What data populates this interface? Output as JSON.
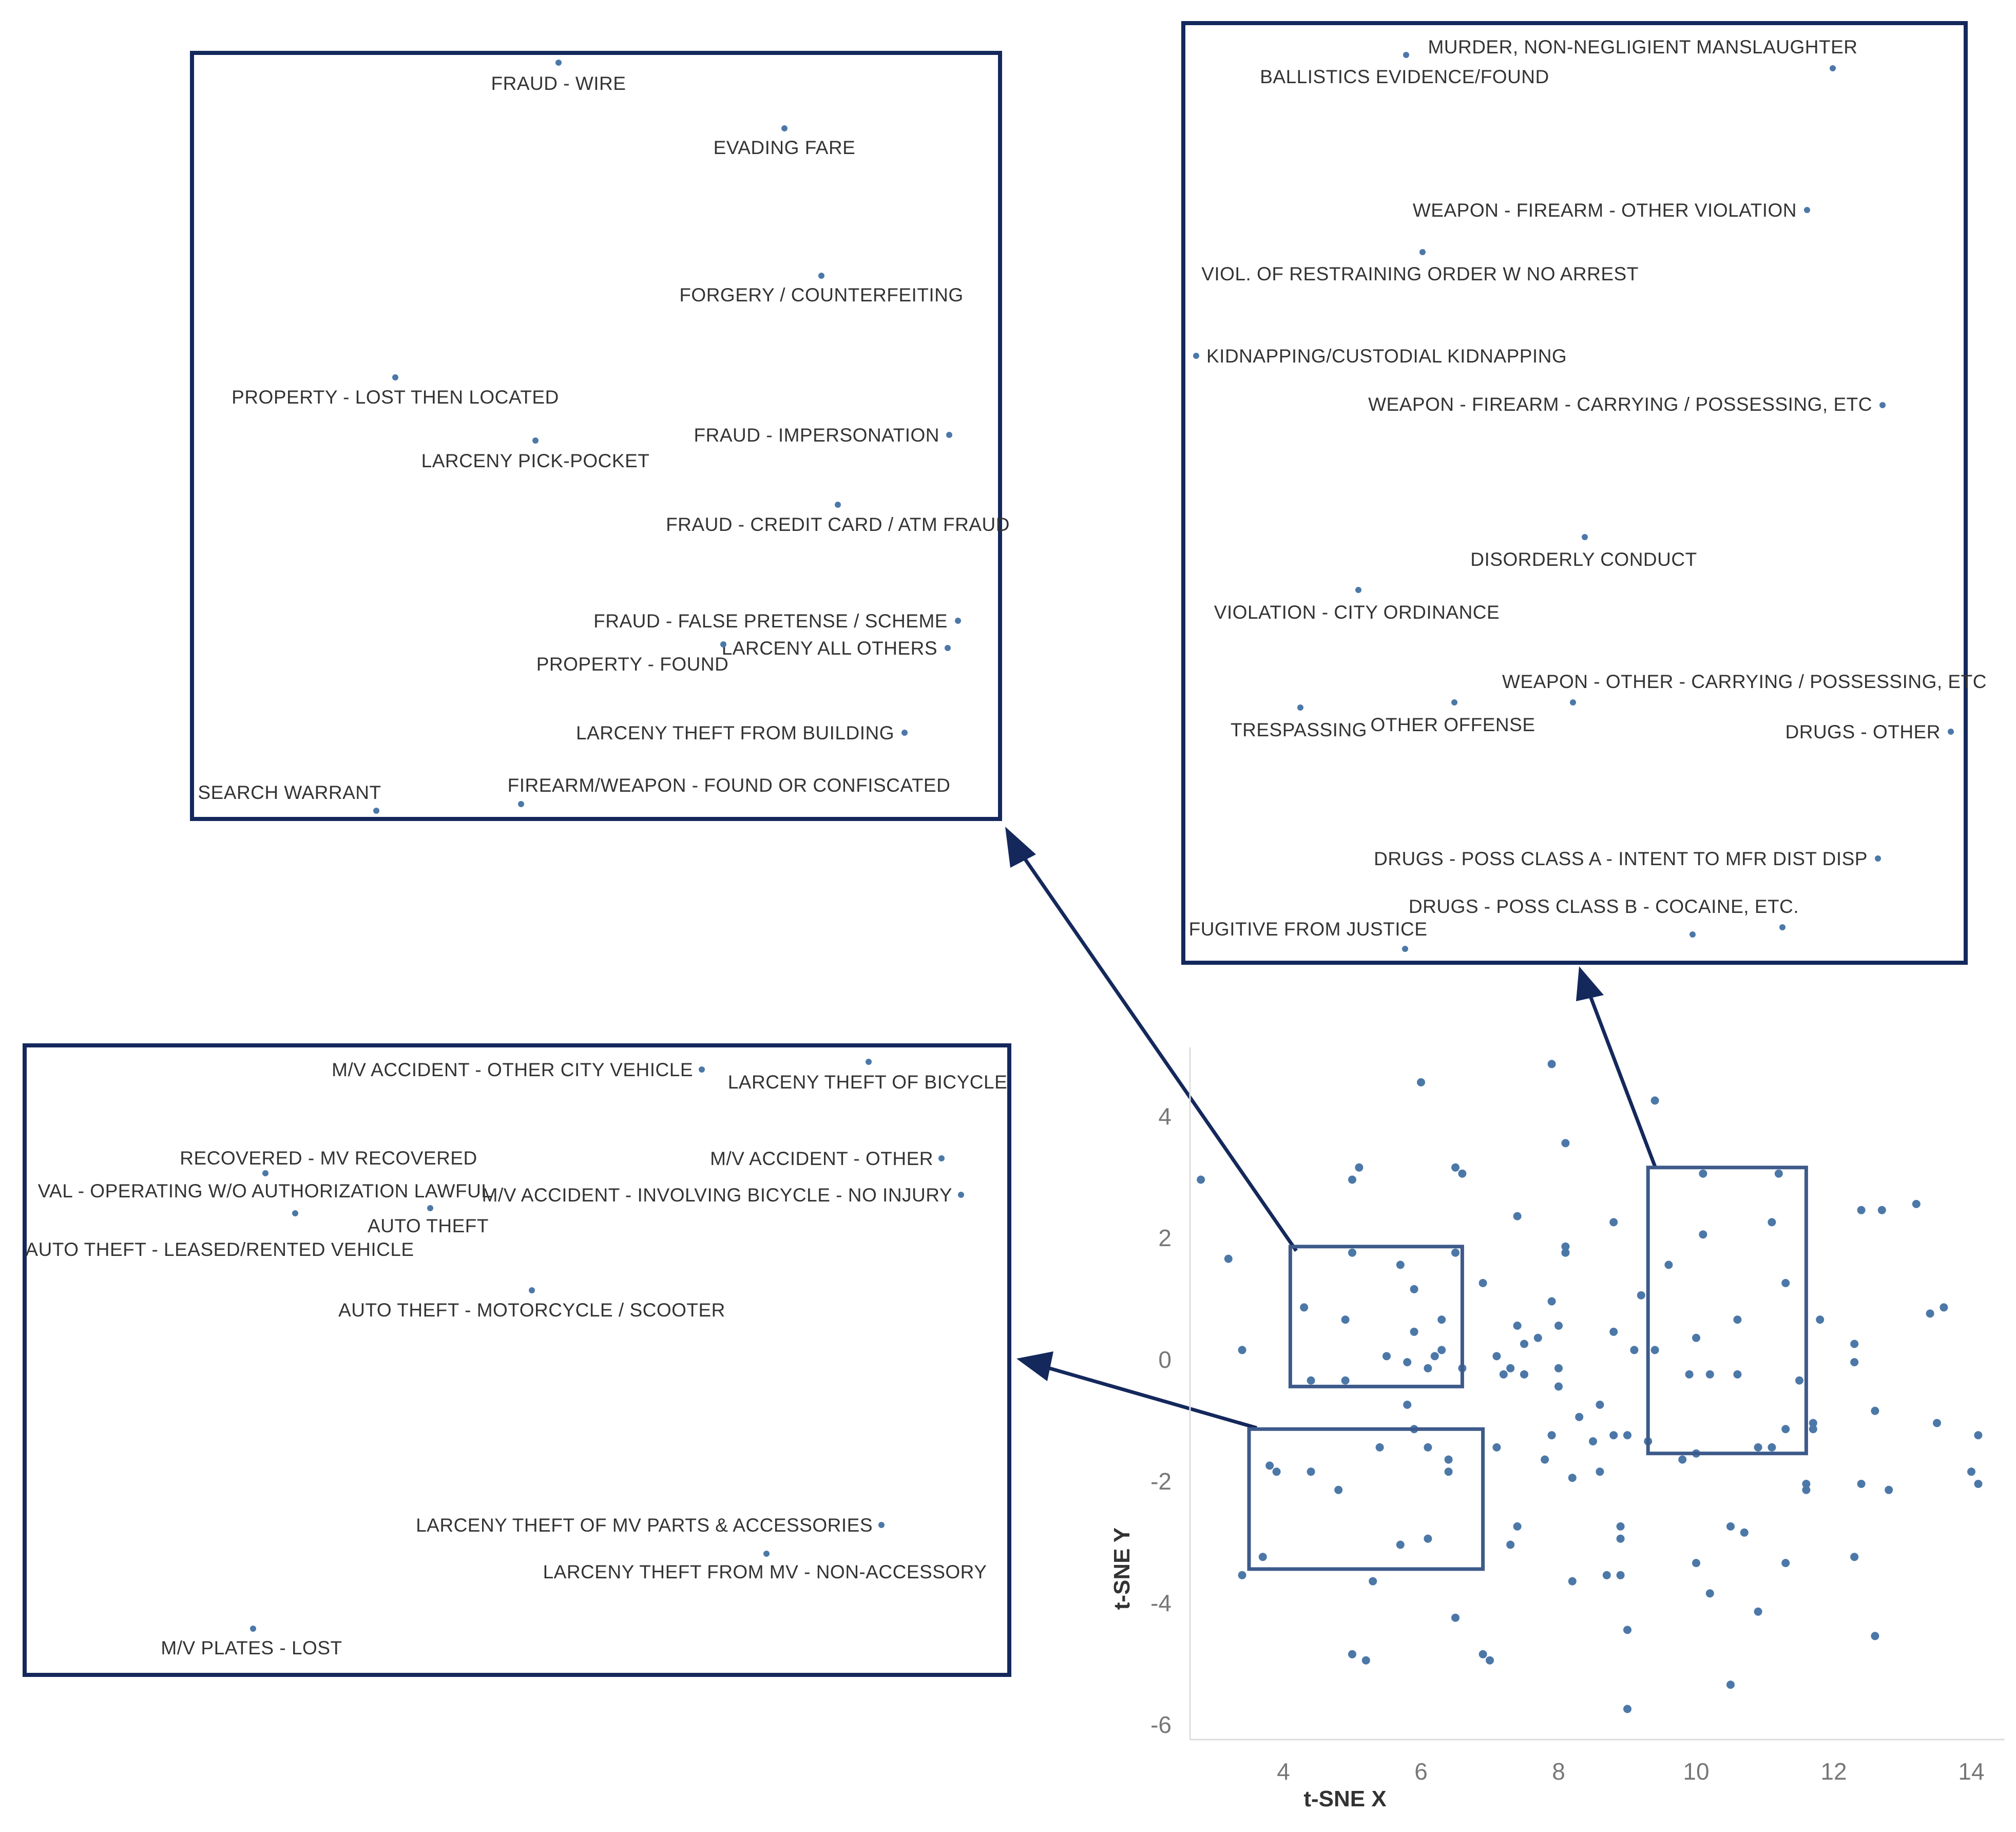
{
  "chart_data": {
    "type": "scatter",
    "xlabel": "t-SNE X",
    "ylabel": "t-SNE Y",
    "xlim": [
      2.6,
      14.4
    ],
    "ylim": [
      -6.6,
      5.3
    ],
    "x_ticks": [
      "4",
      "6",
      "8",
      "10",
      "12",
      "14"
    ],
    "y_ticks": [
      "4",
      "2",
      "0",
      "-2",
      "-4",
      "-6"
    ],
    "points": [
      [
        2.8,
        3.0
      ],
      [
        3.2,
        1.7
      ],
      [
        3.4,
        0.2
      ],
      [
        3.4,
        -3.5
      ],
      [
        3.8,
        -1.7
      ],
      [
        3.9,
        -1.8
      ],
      [
        3.7,
        -3.2
      ],
      [
        4.3,
        0.9
      ],
      [
        4.4,
        -0.3
      ],
      [
        4.4,
        -1.8
      ],
      [
        4.8,
        -2.1
      ],
      [
        4.9,
        -0.3
      ],
      [
        4.9,
        0.7
      ],
      [
        5.0,
        3.0
      ],
      [
        5.0,
        1.8
      ],
      [
        5.1,
        3.2
      ],
      [
        5.0,
        -4.8
      ],
      [
        5.2,
        -4.9
      ],
      [
        5.3,
        -3.6
      ],
      [
        5.4,
        -1.4
      ],
      [
        5.5,
        0.1
      ],
      [
        5.7,
        1.6
      ],
      [
        5.7,
        -3.0
      ],
      [
        5.8,
        0.0
      ],
      [
        5.8,
        -0.7
      ],
      [
        5.9,
        1.2
      ],
      [
        5.9,
        0.5
      ],
      [
        5.9,
        -1.1
      ],
      [
        6.0,
        4.6
      ],
      [
        6.1,
        -0.1
      ],
      [
        6.1,
        -1.4
      ],
      [
        6.1,
        -2.9
      ],
      [
        6.2,
        0.1
      ],
      [
        6.3,
        0.7
      ],
      [
        6.3,
        0.2
      ],
      [
        6.4,
        -1.6
      ],
      [
        6.4,
        -1.8
      ],
      [
        6.5,
        3.2
      ],
      [
        6.6,
        3.1
      ],
      [
        6.5,
        1.8
      ],
      [
        6.5,
        -4.2
      ],
      [
        6.6,
        -0.1
      ],
      [
        6.9,
        1.3
      ],
      [
        6.9,
        -4.8
      ],
      [
        7.0,
        -4.9
      ],
      [
        7.1,
        0.1
      ],
      [
        7.1,
        -1.4
      ],
      [
        7.2,
        -0.2
      ],
      [
        7.3,
        -0.1
      ],
      [
        7.3,
        -3.0
      ],
      [
        7.4,
        2.4
      ],
      [
        7.4,
        0.6
      ],
      [
        7.4,
        -2.7
      ],
      [
        7.5,
        -0.2
      ],
      [
        7.5,
        0.3
      ],
      [
        7.7,
        0.4
      ],
      [
        7.8,
        -1.6
      ],
      [
        7.9,
        4.9
      ],
      [
        7.9,
        -1.2
      ],
      [
        7.9,
        1.0
      ],
      [
        8.0,
        0.6
      ],
      [
        8.0,
        -0.1
      ],
      [
        8.0,
        -0.4
      ],
      [
        8.1,
        1.8
      ],
      [
        8.1,
        1.9
      ],
      [
        8.1,
        3.6
      ],
      [
        8.2,
        -3.6
      ],
      [
        8.2,
        -1.9
      ],
      [
        8.3,
        -0.9
      ],
      [
        8.5,
        -1.3
      ],
      [
        8.6,
        -0.7
      ],
      [
        8.6,
        -1.8
      ],
      [
        8.7,
        -3.5
      ],
      [
        8.8,
        0.5
      ],
      [
        8.8,
        2.3
      ],
      [
        8.8,
        -1.2
      ],
      [
        8.9,
        -3.5
      ],
      [
        8.9,
        -2.7
      ],
      [
        8.9,
        -2.9
      ],
      [
        9.0,
        -4.4
      ],
      [
        9.0,
        -5.7
      ],
      [
        9.0,
        -1.2
      ],
      [
        9.1,
        0.2
      ],
      [
        9.2,
        1.1
      ],
      [
        9.3,
        -1.3
      ],
      [
        9.4,
        0.2
      ],
      [
        9.4,
        4.3
      ],
      [
        9.6,
        1.6
      ],
      [
        9.8,
        -1.6
      ],
      [
        9.9,
        -0.2
      ],
      [
        10.0,
        0.4
      ],
      [
        10.0,
        -3.3
      ],
      [
        10.0,
        -1.5
      ],
      [
        10.1,
        3.1
      ],
      [
        10.1,
        2.1
      ],
      [
        10.2,
        -0.2
      ],
      [
        10.2,
        -3.8
      ],
      [
        10.5,
        -2.7
      ],
      [
        10.5,
        -5.3
      ],
      [
        10.6,
        -0.2
      ],
      [
        10.6,
        0.7
      ],
      [
        10.7,
        -2.8
      ],
      [
        10.9,
        -1.4
      ],
      [
        10.9,
        -4.1
      ],
      [
        11.1,
        -1.4
      ],
      [
        11.1,
        2.3
      ],
      [
        11.2,
        3.1
      ],
      [
        11.3,
        -1.1
      ],
      [
        11.3,
        -3.3
      ],
      [
        11.3,
        1.3
      ],
      [
        11.5,
        -0.3
      ],
      [
        11.6,
        -2.1
      ],
      [
        11.6,
        -2.0
      ],
      [
        11.7,
        -1.1
      ],
      [
        11.7,
        -1.0
      ],
      [
        11.8,
        0.7
      ],
      [
        12.3,
        0.3
      ],
      [
        12.3,
        0.0
      ],
      [
        12.3,
        -3.2
      ],
      [
        12.4,
        2.5
      ],
      [
        12.4,
        -2.0
      ],
      [
        12.6,
        -0.8
      ],
      [
        12.6,
        -4.5
      ],
      [
        12.7,
        2.5
      ],
      [
        12.8,
        -2.1
      ],
      [
        13.2,
        2.6
      ],
      [
        13.4,
        0.8
      ],
      [
        13.5,
        -1.0
      ],
      [
        13.6,
        0.9
      ],
      [
        14.0,
        -1.8
      ],
      [
        14.1,
        -1.2
      ],
      [
        14.1,
        -2.0
      ]
    ],
    "selections": [
      {
        "name": "top-left",
        "x": [
          4.1,
          6.6
        ],
        "y": [
          -0.4,
          1.9
        ]
      },
      {
        "name": "bottom-left",
        "x": [
          3.5,
          6.9
        ],
        "y": [
          -3.4,
          -1.1
        ]
      },
      {
        "name": "right",
        "x": [
          9.3,
          11.6
        ],
        "y": [
          -1.5,
          3.2
        ]
      }
    ],
    "insets": [
      {
        "name": "top-left-zoom",
        "labels": [
          "FRAUD - WIRE",
          "EVADING FARE",
          "FORGERY / COUNTERFEITING",
          "PROPERTY - LOST THEN LOCATED",
          "LARCENY PICK-POCKET",
          "FRAUD - IMPERSONATION",
          "FRAUD - CREDIT CARD / ATM FRAUD",
          "FRAUD - FALSE PRETENSE / SCHEME",
          "LARCENY ALL OTHERS",
          "PROPERTY - FOUND",
          "LARCENY THEFT FROM BUILDING",
          "SEARCH WARRANT",
          "FIREARM/WEAPON - FOUND OR CONFISCATED"
        ]
      },
      {
        "name": "right-zoom",
        "labels": [
          "MURDER, NON-NEGLIGIENT MANSLAUGHTER",
          "BALLISTICS EVIDENCE/FOUND",
          "WEAPON - FIREARM - OTHER VIOLATION",
          "VIOL. OF RESTRAINING ORDER W NO ARREST",
          "KIDNAPPING/CUSTODIAL KIDNAPPING",
          "WEAPON - FIREARM - CARRYING / POSSESSING, ETC",
          "DISORDERLY CONDUCT",
          "VIOLATION - CITY ORDINANCE",
          "WEAPON - OTHER - CARRYING / POSSESSING, ETC",
          "TRESPASSING",
          "OTHER OFFENSE",
          "DRUGS - OTHER",
          "DRUGS - POSS CLASS A - INTENT TO MFR DIST DISP",
          "DRUGS - POSS CLASS B - COCAINE, ETC.",
          "FUGITIVE FROM JUSTICE"
        ]
      },
      {
        "name": "bottom-left-zoom",
        "labels": [
          "M/V ACCIDENT - OTHER CITY VEHICLE",
          "LARCENY THEFT OF BICYCLE",
          "RECOVERED - MV RECOVERED",
          "M/V ACCIDENT - OTHER",
          "VAL - OPERATING W/O AUTHORIZATION LAWFUL",
          "M/V ACCIDENT - INVOLVING BICYCLE - NO INJURY",
          "AUTO THEFT",
          "AUTO THEFT - LEASED/RENTED VEHICLE",
          "AUTO THEFT - MOTORCYCLE / SCOOTER",
          "LARCENY THEFT OF MV PARTS & ACCESSORIES",
          "LARCENY THEFT FROM MV - NON-ACCESSORY",
          "M/V PLATES - LOST"
        ]
      }
    ]
  }
}
